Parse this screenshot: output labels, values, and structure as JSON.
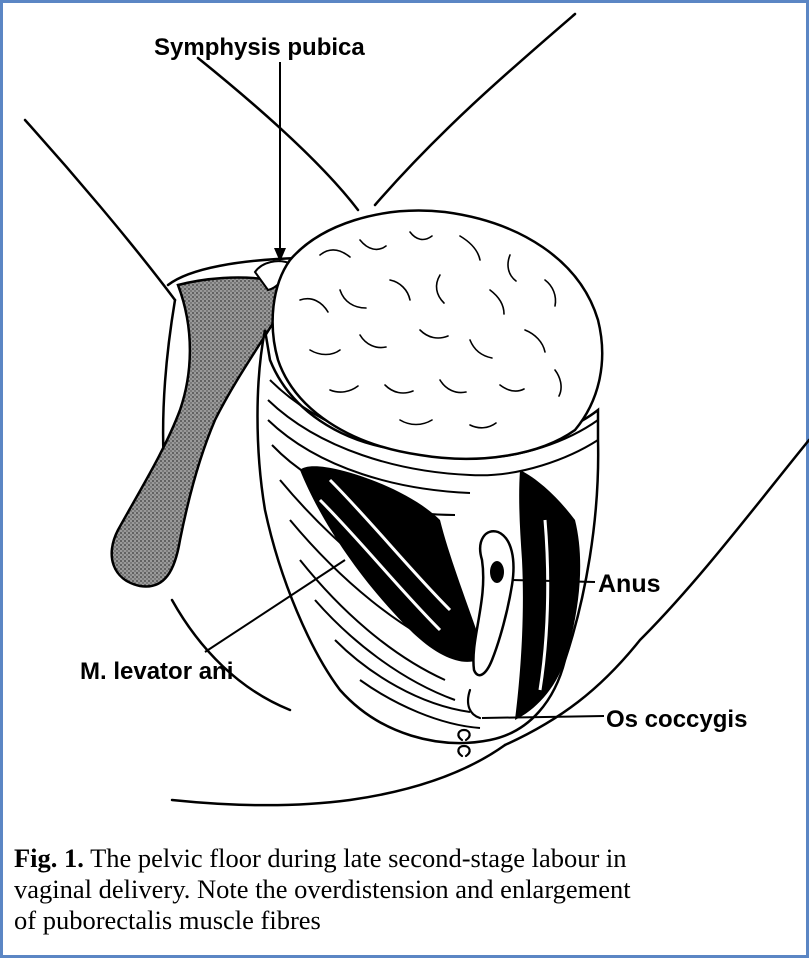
{
  "figure": {
    "labels": {
      "symphysis": "Symphysis pubica",
      "anus": "Anus",
      "levator": "M. levator ani",
      "coccygis": "Os coccygis"
    },
    "caption": {
      "number": "Fig. 1.",
      "text_line1": "The pelvic floor during late second-stage labour in",
      "text_line2": "vaginal delivery. Note the overdistension and enlargement",
      "text_line3": "of puborectalis muscle fibres"
    }
  },
  "colors": {
    "frame_border": "#5b86c4",
    "ink": "#000000",
    "bone_shading": "#6e6e6e"
  }
}
